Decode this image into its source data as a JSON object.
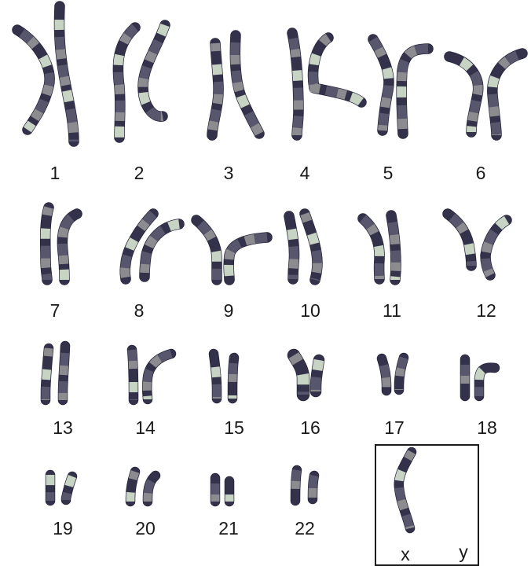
{
  "chromosome_labels": [
    "1",
    "2",
    "3",
    "4",
    "5",
    "6",
    "7",
    "8",
    "9",
    "10",
    "11",
    "12",
    "13",
    "14",
    "15",
    "16",
    "17",
    "18",
    "19",
    "20",
    "21",
    "22"
  ],
  "sex_labels": {
    "x": "x",
    "y": "y"
  },
  "colors": {
    "dark": "#34324a",
    "medium": "#58566d",
    "gray": "#8c8c90",
    "pale": "#c7d3c3",
    "outline": "#24233a"
  }
}
